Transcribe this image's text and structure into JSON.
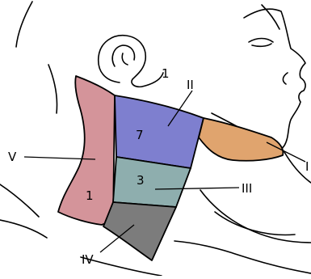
{
  "figure": {
    "regions": [
      {
        "id": "I",
        "roman": "I",
        "color": "#e0a46e"
      },
      {
        "id": "II",
        "roman": "II",
        "count": "7",
        "color": "#7e7fcf"
      },
      {
        "id": "III",
        "roman": "III",
        "count": "3",
        "color": "#8eaeae"
      },
      {
        "id": "IV",
        "roman": "IV",
        "color": "#7c7c7c"
      },
      {
        "id": "V",
        "roman": "V",
        "count": "1",
        "color": "#d4949a"
      }
    ],
    "ear_label": "1"
  }
}
